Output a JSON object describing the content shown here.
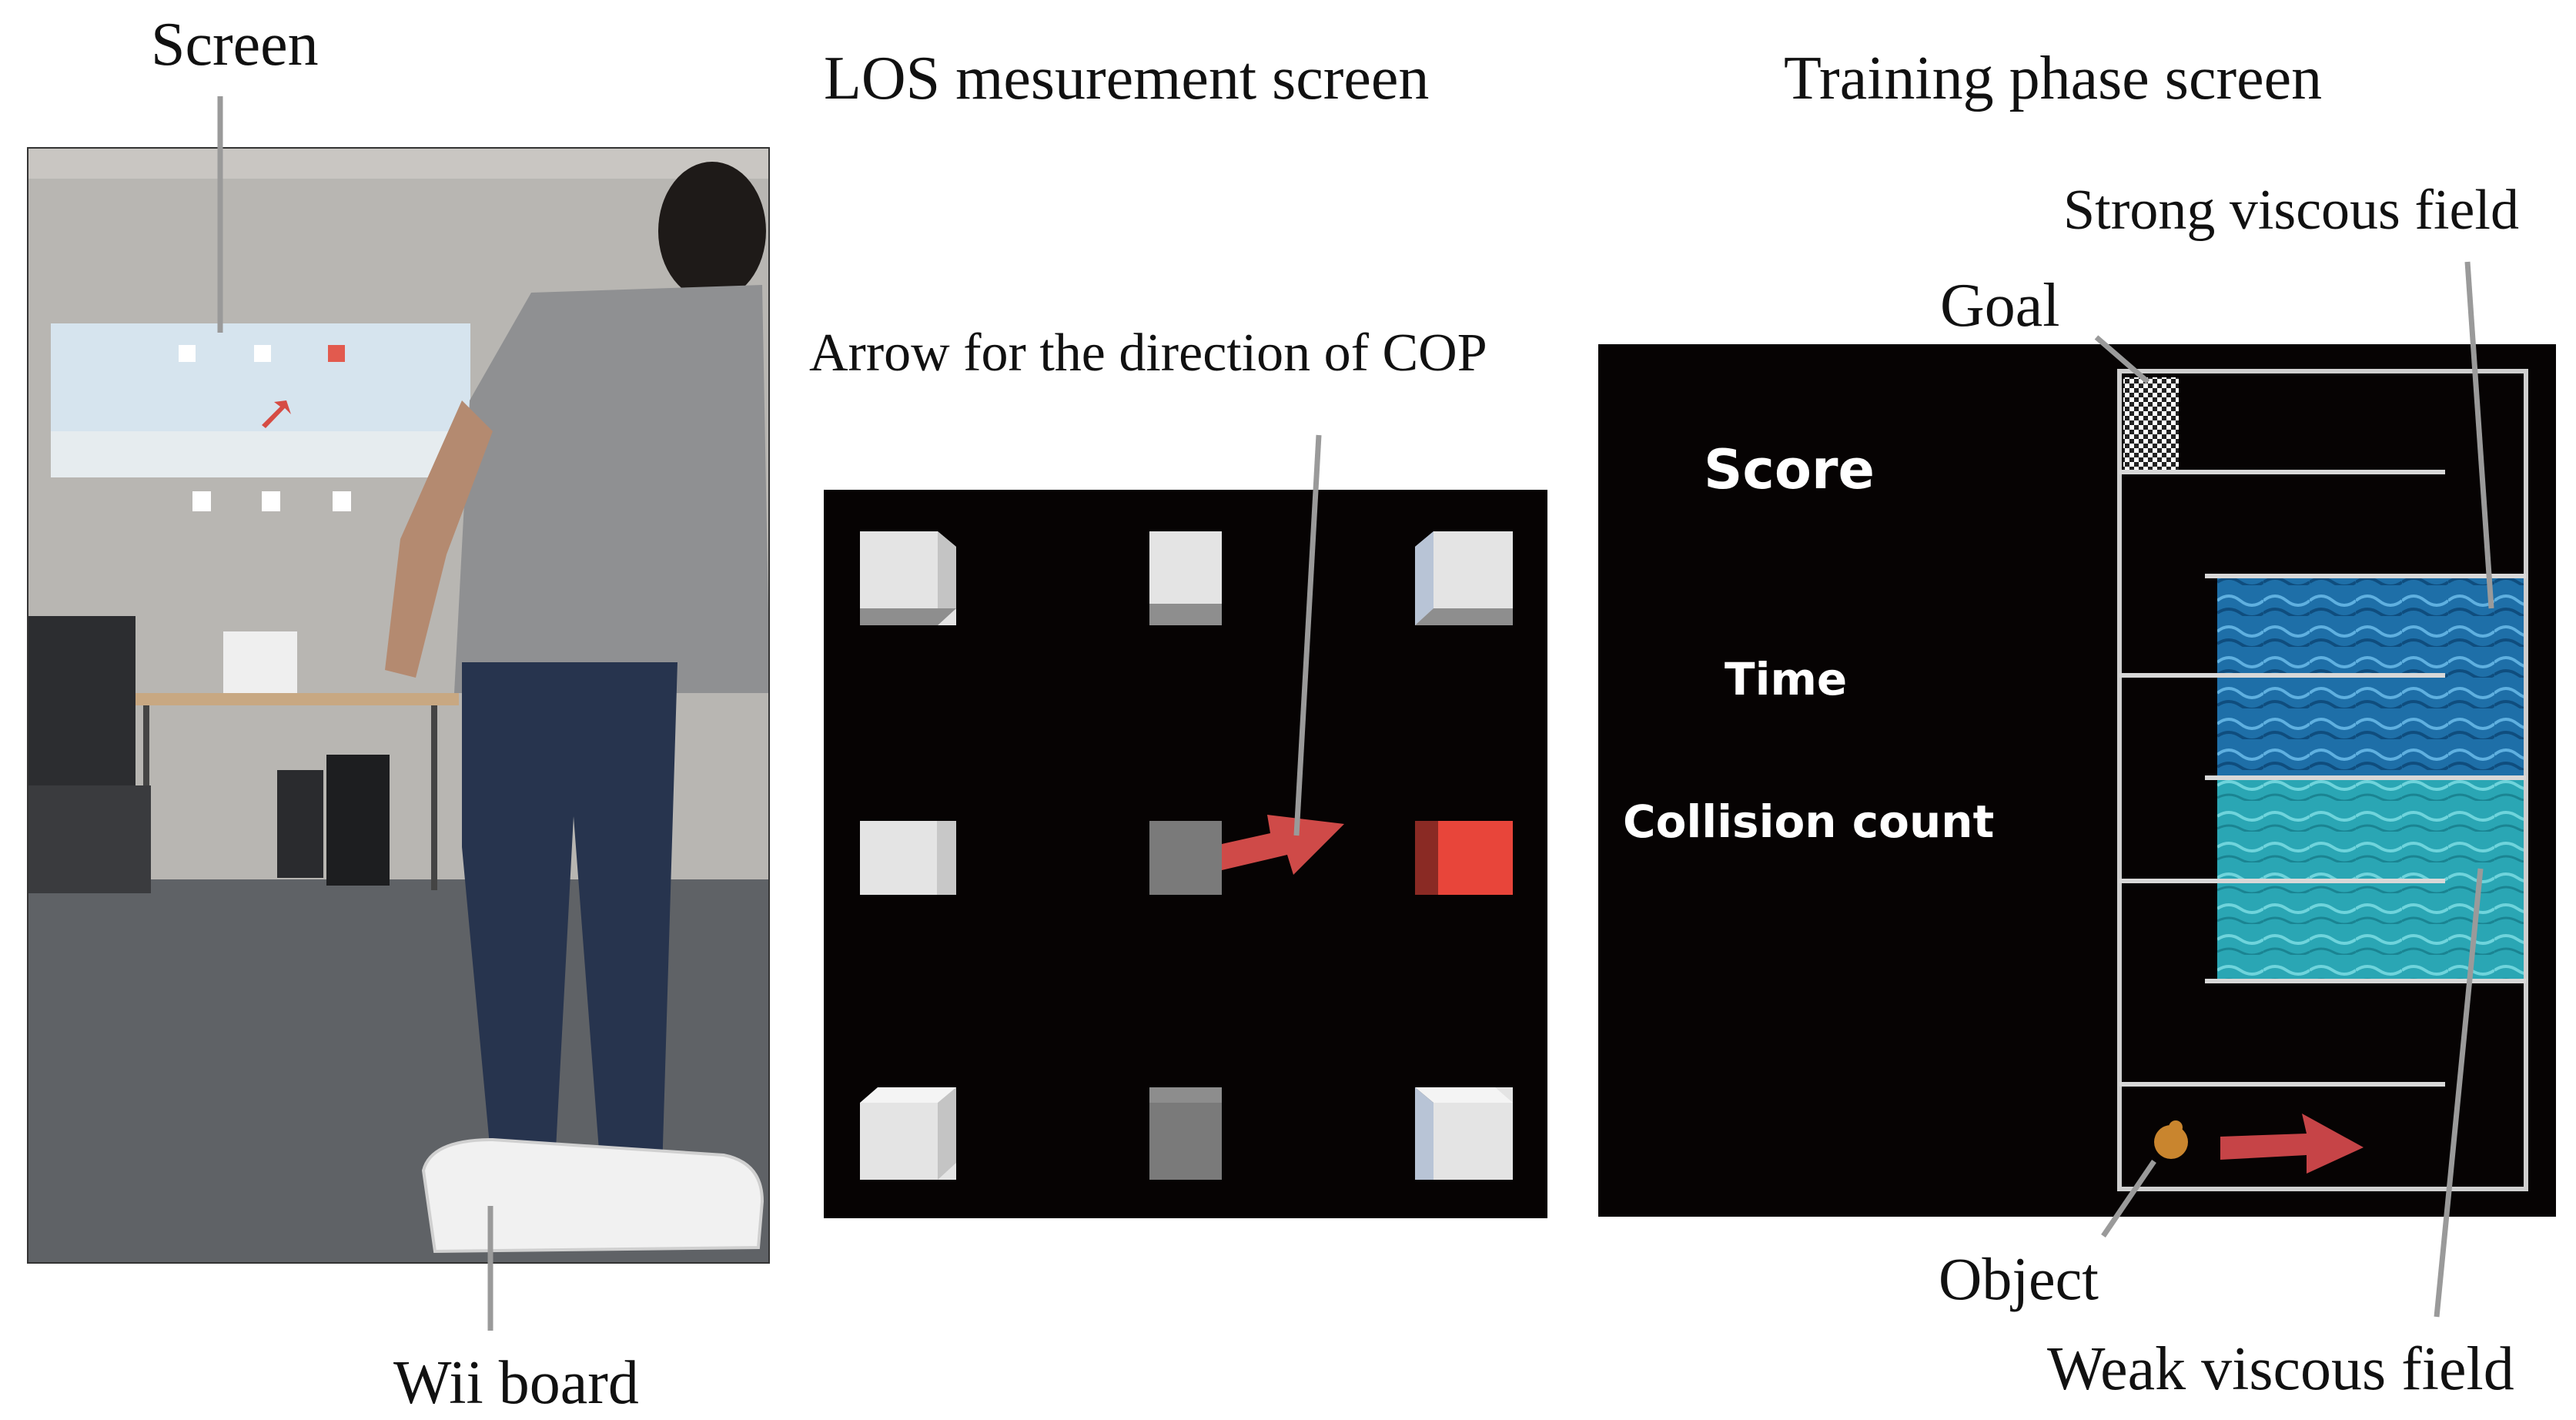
{
  "panels": {
    "photo": {
      "screen_label": "Screen",
      "board_label": "Wii board"
    },
    "los": {
      "title": "LOS mesurement screen",
      "arrow_annotation": "Arrow for the direction of COP"
    },
    "training": {
      "title": "Training phase screen",
      "strong_field_label": "Strong viscous field",
      "goal_label": "Goal",
      "object_label": "Object",
      "weak_field_label": "Weak viscous field",
      "hud": {
        "score_label": "Score",
        "time_label": "Time",
        "collision_label": "Collision count"
      }
    }
  },
  "colors": {
    "screen_background": "#060303",
    "target_cube_face": "#e4e4e4",
    "center_cube": "#7a7a7a",
    "active_target": "#e8453a",
    "cop_arrow": "#cf4a48",
    "strong_field": "#1e6fa8",
    "weak_field": "#2aa6b4",
    "object": "#c9852e",
    "annotation_line": "#9a9a9a"
  }
}
